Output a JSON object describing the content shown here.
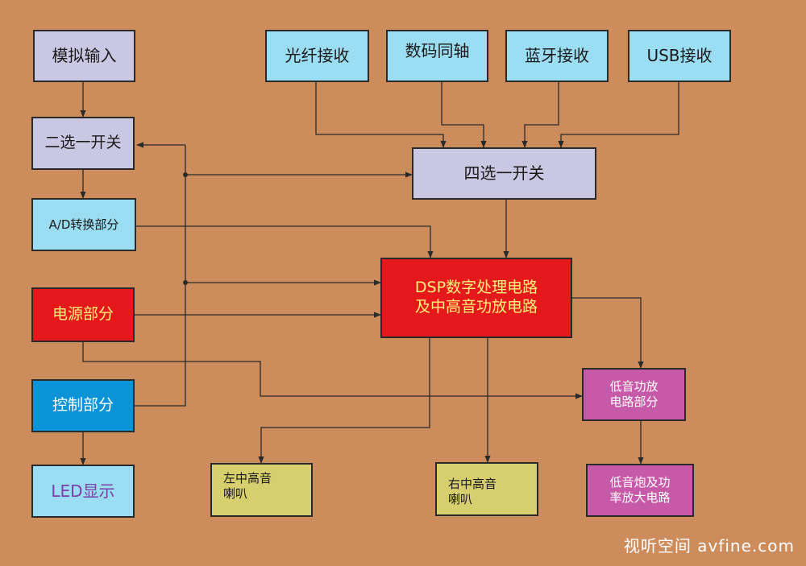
{
  "diagram": {
    "nodes": {
      "analog_input": "模拟输入",
      "two_way_switch": "二选一开关",
      "ad_convert": "A/D转换部分",
      "power": "电源部分",
      "control": "控制部分",
      "led_display": "LED显示",
      "optical_rx": "光纤接收",
      "coax_digital": "数码同轴",
      "bluetooth_rx": "蓝牙接收",
      "usb_rx": "USB接收",
      "four_way_switch": "四选一开关",
      "dsp": "DSP数字处理电路\n及中高音功放电路",
      "left_speaker": "左中高音\n喇叭",
      "right_speaker": "右中高音\n喇叭",
      "bass_amp": "低音功放\n电路部分",
      "subwoofer": "低音炮及功\n率放大电路"
    },
    "colors": {
      "background": "#CD8C5C",
      "lavender": "#CAC7E3",
      "sky": "#9BDDF2",
      "red": "#E5191C",
      "red_text": "#FFF27A",
      "blue": "#0A93D6",
      "khaki": "#D7CE6E",
      "magenta": "#C65AA8",
      "line": "#2a2a2a"
    }
  },
  "watermark": "视听空间 avfine.com"
}
